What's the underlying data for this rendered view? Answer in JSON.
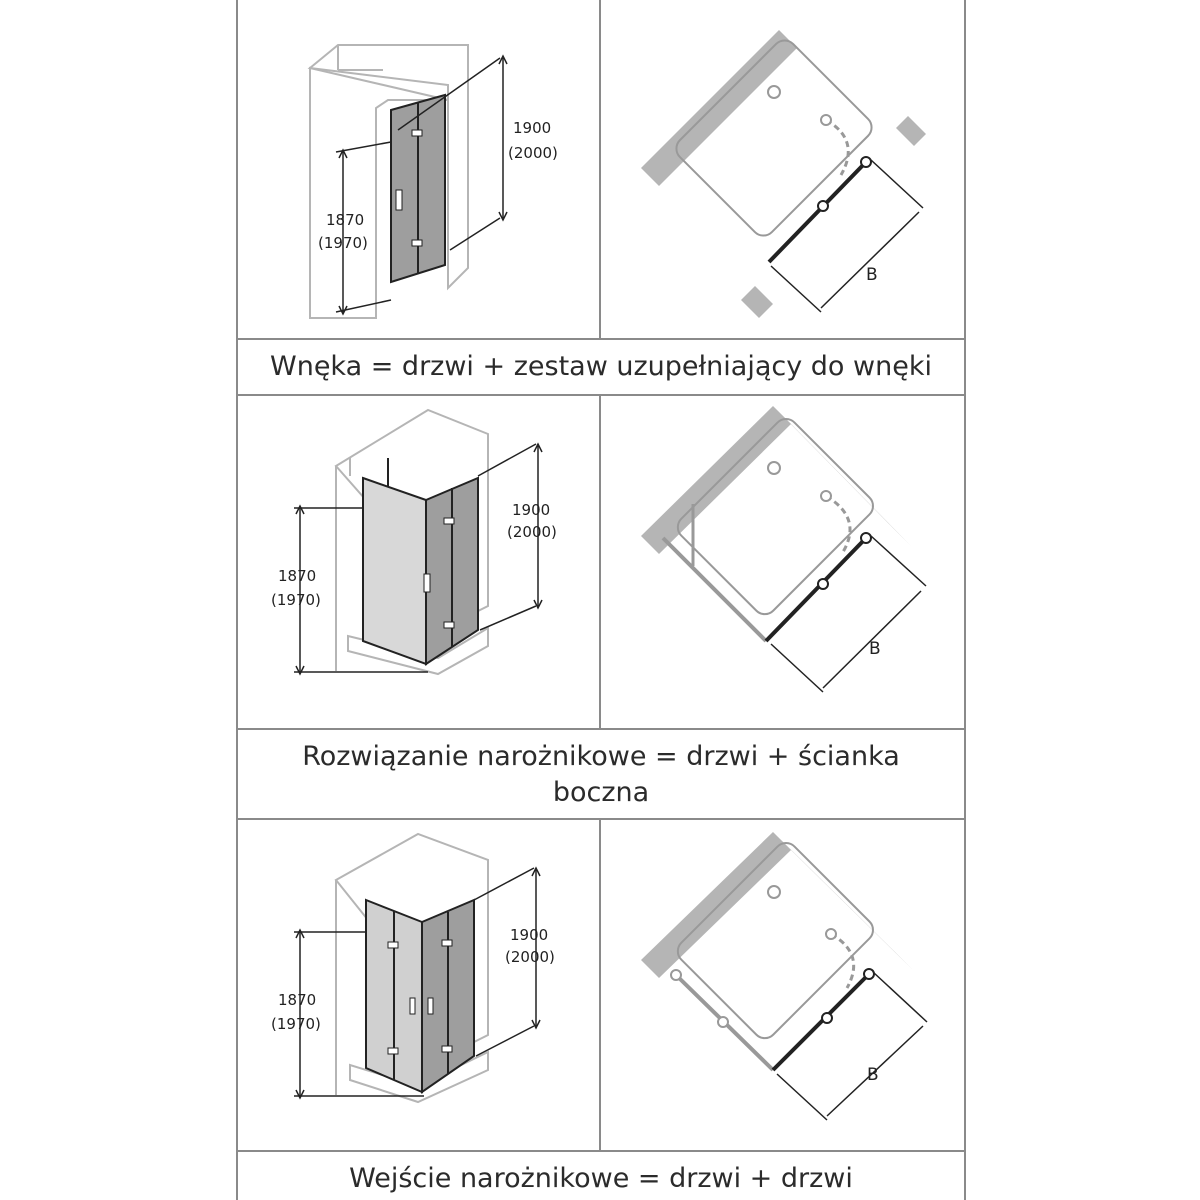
{
  "rows": [
    {
      "caption": "Wnęka = drzwi + zestaw uzupełniający do wnęki",
      "height_a": "1900",
      "height_a_alt": "(2000)",
      "height_b": "1870",
      "height_b_alt": "(1970)",
      "width_label": "B"
    },
    {
      "caption_line1": "Rozwiązanie narożnikowe = drzwi + ścianka",
      "caption_line2": "boczna",
      "height_a": "1900",
      "height_a_alt": "(2000)",
      "height_b": "1870",
      "height_b_alt": "(1970)",
      "width_label": "B"
    },
    {
      "caption": "Wejście narożnikowe = drzwi + drzwi",
      "height_a": "1900",
      "height_a_alt": "(2000)",
      "height_b": "1870",
      "height_b_alt": "(1970)",
      "width_label": "B"
    }
  ],
  "colors": {
    "border": "#8a8a8a",
    "wall": "#b5b5b5",
    "glass": "#9e9e9e",
    "line": "#222222"
  }
}
